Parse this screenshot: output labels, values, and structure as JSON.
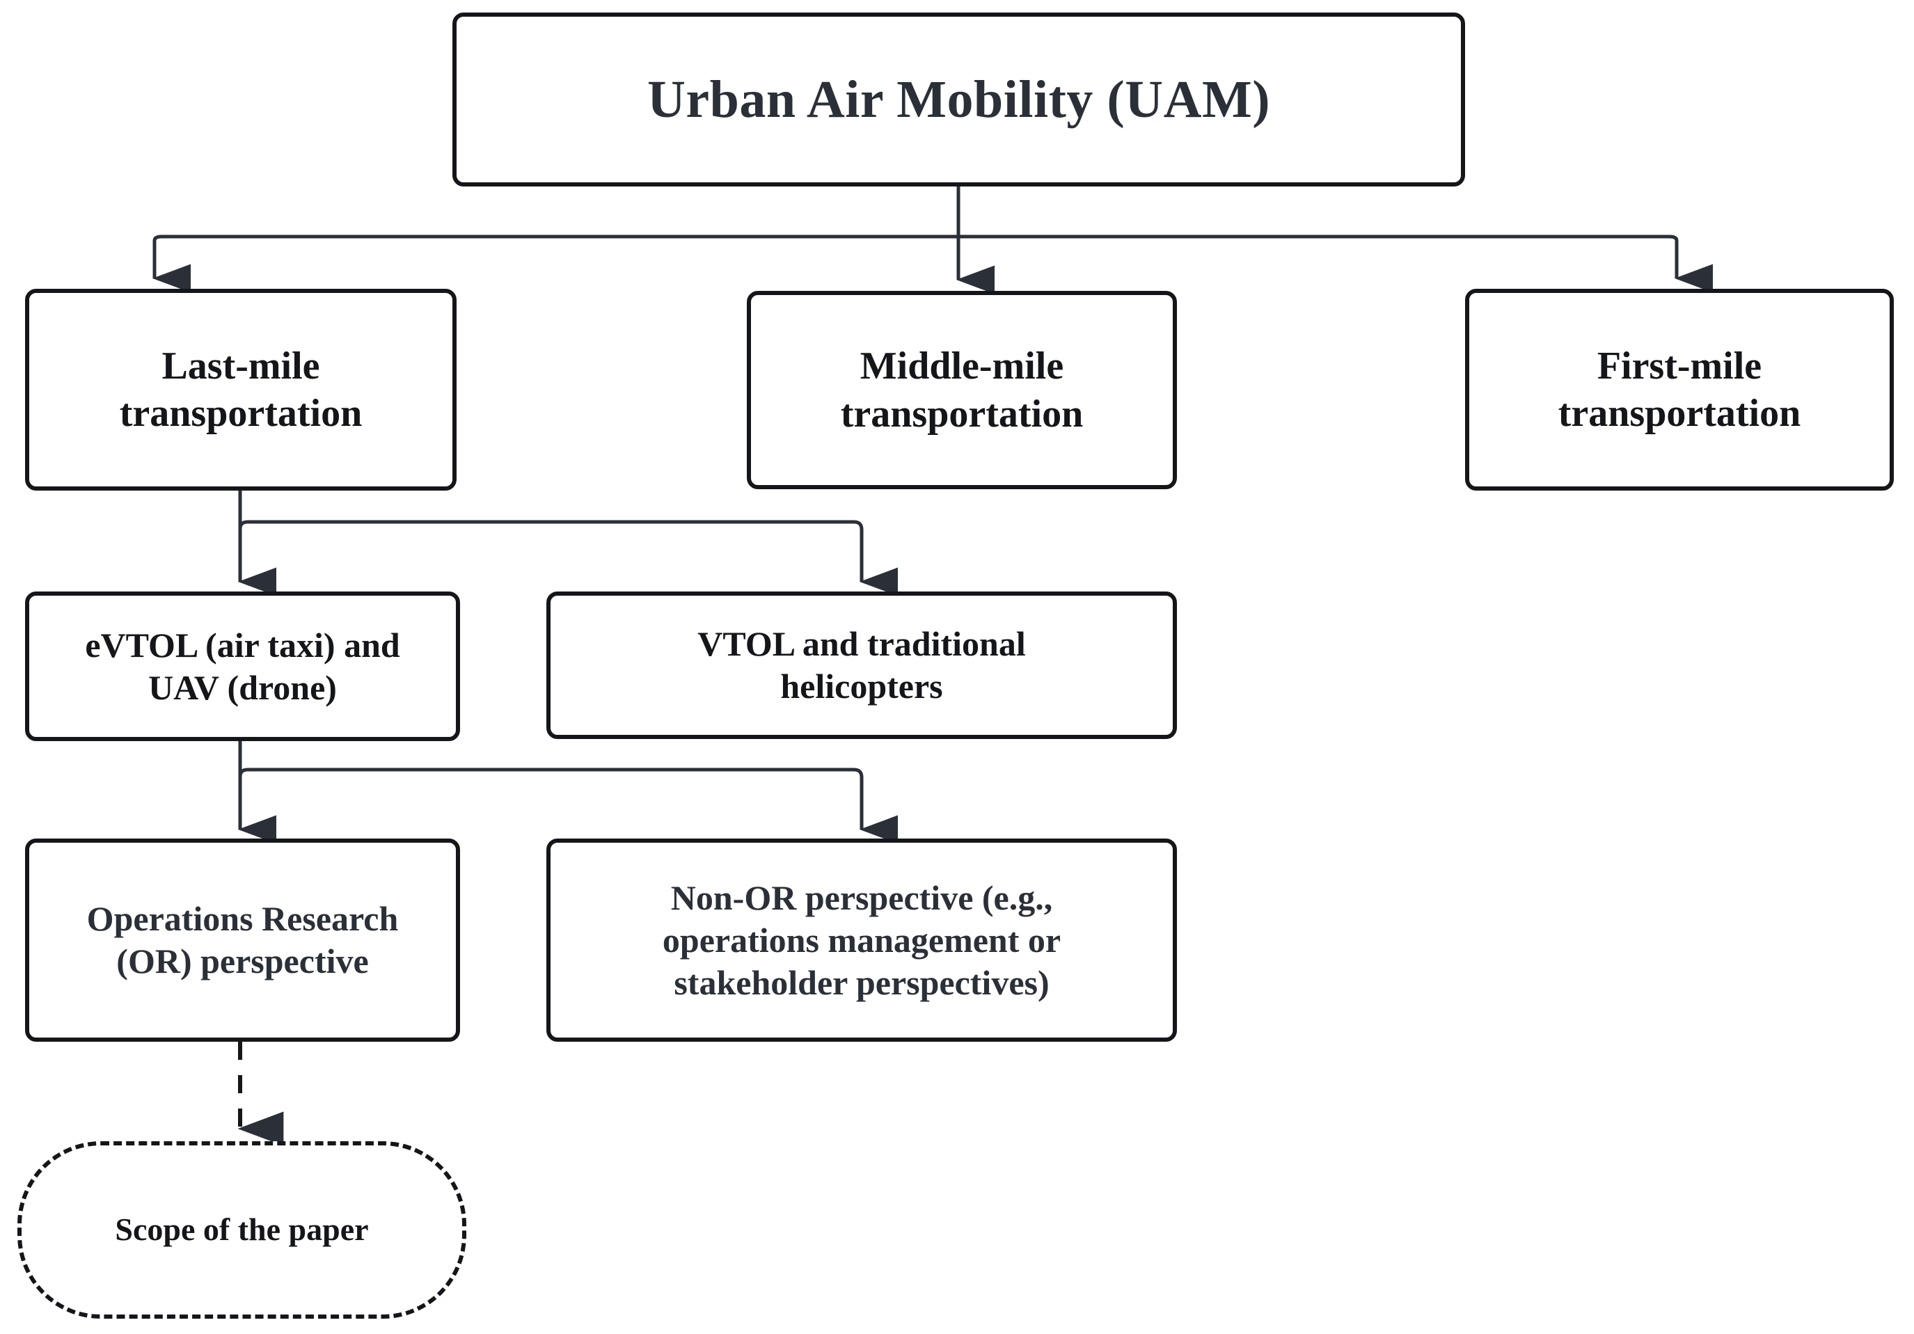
{
  "diagram": {
    "title_node": {
      "id": "root",
      "label": "Urban Air Mobility (UAM)"
    },
    "level2": [
      {
        "id": "last-mile",
        "label": "Last-mile\ntransportation"
      },
      {
        "id": "middle-mile",
        "label": "Middle-mile\ntransportation"
      },
      {
        "id": "first-mile",
        "label": "First-mile\ntransportation"
      }
    ],
    "level3": [
      {
        "id": "evtol",
        "label": "eVTOL (air taxi) and\nUAV (drone)"
      },
      {
        "id": "vtol",
        "label": "VTOL and traditional\nhelicopters"
      }
    ],
    "level4": [
      {
        "id": "or",
        "label": "Operations Research\n(OR) perspective"
      },
      {
        "id": "non-or",
        "label": "Non-OR perspective (e.g.,\noperations management or\nstakeholder perspectives)"
      }
    ],
    "scope_node": {
      "id": "scope",
      "label": "Scope of the paper"
    },
    "colors": {
      "border": "#14161a",
      "text_dark": "#2b3038",
      "text_black": "#14161a",
      "connector": "#2b3038",
      "background": "#ffffff"
    },
    "edges": [
      {
        "from": "root",
        "to": "last-mile",
        "style": "solid"
      },
      {
        "from": "root",
        "to": "middle-mile",
        "style": "solid"
      },
      {
        "from": "root",
        "to": "first-mile",
        "style": "solid"
      },
      {
        "from": "last-mile",
        "to": "evtol",
        "style": "solid"
      },
      {
        "from": "last-mile",
        "to": "vtol",
        "style": "solid"
      },
      {
        "from": "evtol",
        "to": "or",
        "style": "solid"
      },
      {
        "from": "evtol",
        "to": "non-or",
        "style": "solid"
      },
      {
        "from": "or",
        "to": "scope",
        "style": "dashed"
      }
    ]
  }
}
